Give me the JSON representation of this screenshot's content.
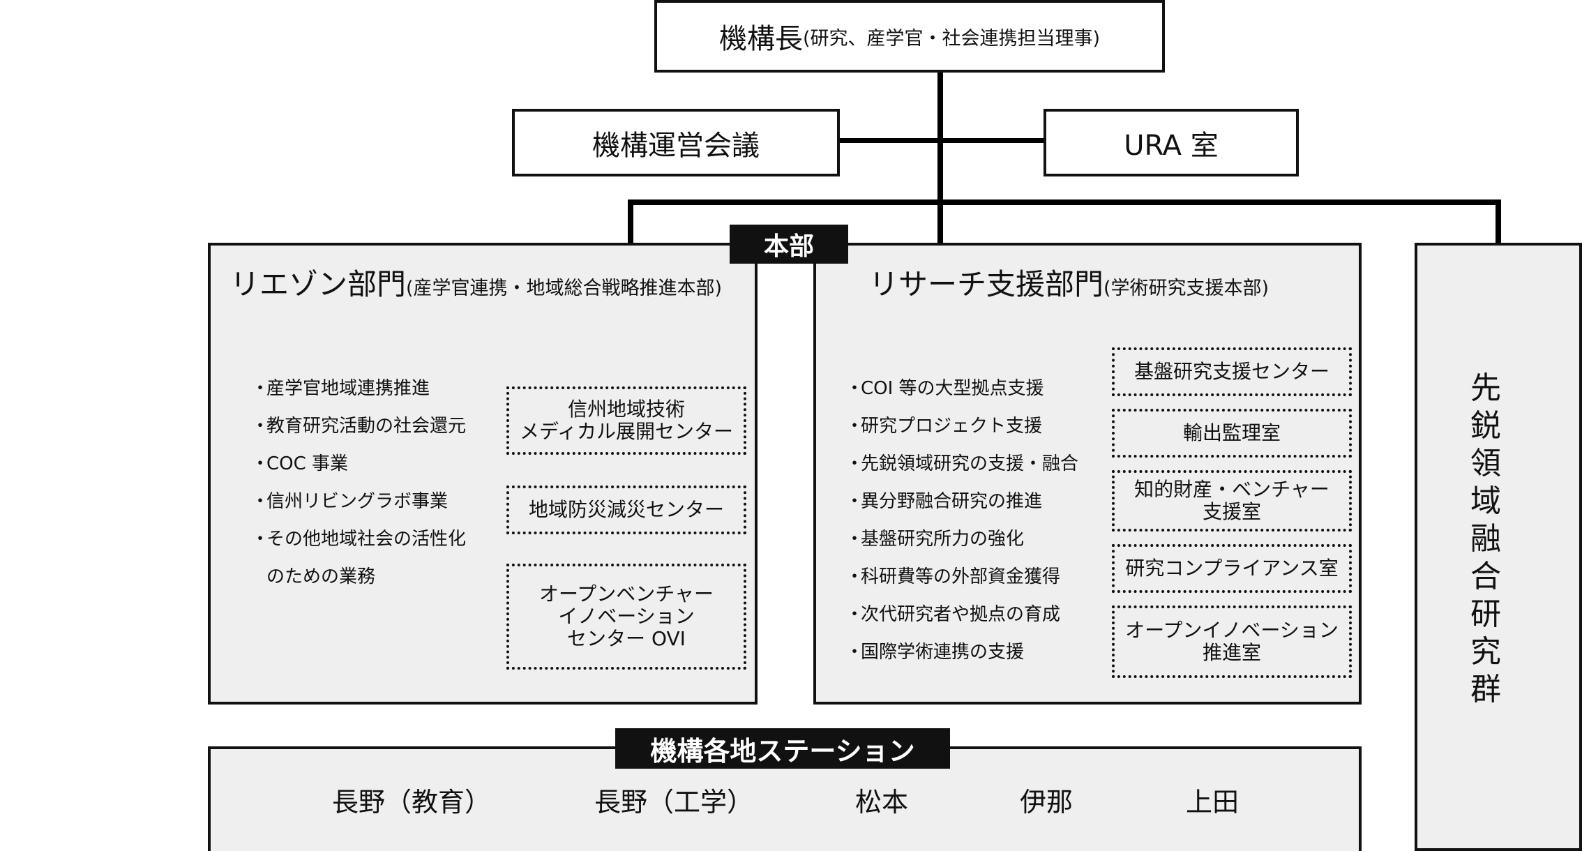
{
  "director": {
    "main": "機構長",
    "sub": "(研究、産学官・社会連携担当理事)"
  },
  "council": "機構運営会議",
  "ura": "URA 室",
  "honbu": "本部",
  "liaison": {
    "title": "リエゾン部門",
    "subtitle": "(産学官連携・地域総合戦略推進本部)",
    "items": [
      "産学官地域連携推進",
      "教育研究活動の社会還元",
      "COC 事業",
      "信州リビングラボ事業",
      "その他地域社会の活性化",
      "のための業務"
    ],
    "centers": [
      {
        "line1": "信州地域技術",
        "line2": "メディカル展開センター"
      },
      {
        "line1": "地域防災減災センター"
      },
      {
        "line1": "オープンベンチャー",
        "line2": "イノベーション",
        "line3": "センター OVI"
      }
    ]
  },
  "research": {
    "title": "リサーチ支援部門",
    "subtitle": "(学術研究支援本部)",
    "items": [
      "COI 等の大型拠点支援",
      "研究プロジェクト支援",
      "先鋭領域研究の支援・融合",
      "異分野融合研究の推進",
      "基盤研究所力の強化",
      "科研費等の外部資金獲得",
      "次代研究者や拠点の育成",
      "国際学術連携の支援"
    ],
    "centers": [
      {
        "line1": "基盤研究支援センター"
      },
      {
        "line1": "輸出監理室"
      },
      {
        "line1": "知的財産・ベンチャー",
        "line2": "支援室"
      },
      {
        "line1": "研究コンプライアンス室"
      },
      {
        "line1": "オープンイノベーション",
        "line2": "推進室"
      }
    ]
  },
  "advanced": {
    "chars": [
      "先",
      "鋭",
      "領",
      "域",
      "融",
      "合",
      "研",
      "究",
      "群"
    ]
  },
  "stations": {
    "label": "機構各地ステーション",
    "items": [
      "長野（教育）",
      "長野（工学）",
      "松本",
      "伊那",
      "上田"
    ]
  }
}
